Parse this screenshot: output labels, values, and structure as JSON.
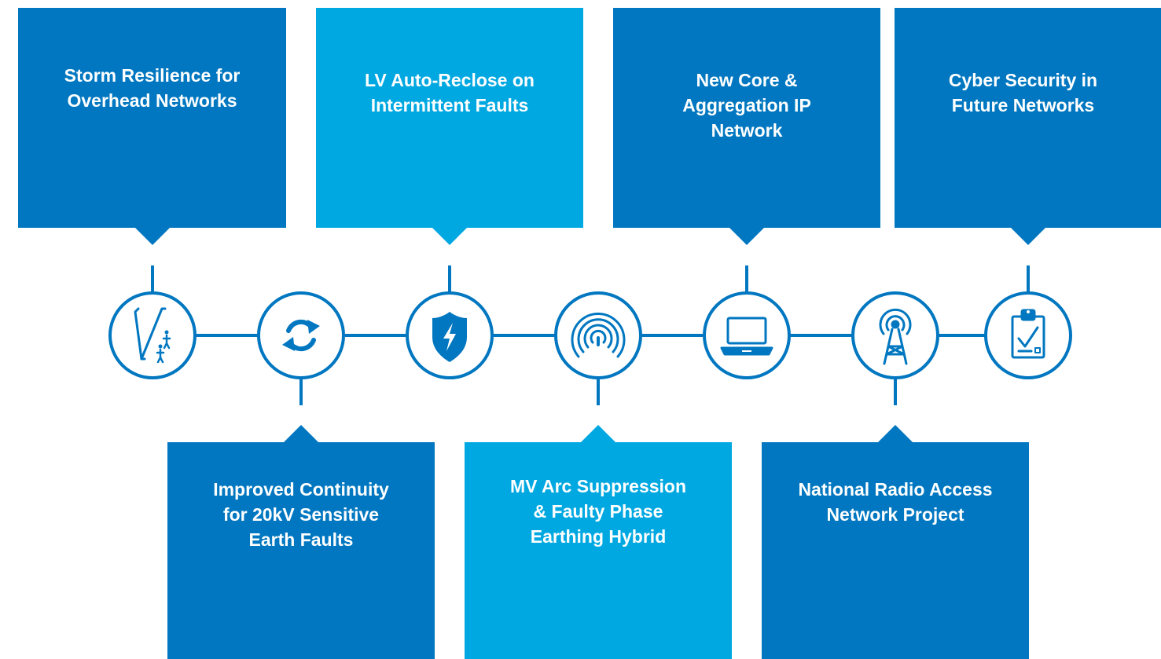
{
  "colors": {
    "dark_blue": "#0077C0",
    "light_blue": "#00A8E1",
    "background": "#FFFFFF"
  },
  "top_cards": [
    {
      "title": "Storm Resilience for\nOverhead Networks",
      "color": "dark_blue"
    },
    {
      "title": "LV Auto-Reclose on\nIntermittent Faults",
      "color": "light_blue"
    },
    {
      "title": "New Core &\nAggregation IP\nNetwork",
      "color": "dark_blue"
    },
    {
      "title": "Cyber Security in\nFuture Networks",
      "color": "dark_blue"
    }
  ],
  "bottom_cards": [
    {
      "title": "Improved Continuity\nfor 20kV Sensitive\nEarth Faults",
      "color": "dark_blue"
    },
    {
      "title": "MV Arc Suppression\n& Faulty Phase\nEarthing Hybrid",
      "color": "light_blue"
    },
    {
      "title": "National Radio Access\nNetwork Project",
      "color": "dark_blue"
    }
  ],
  "timeline_nodes": [
    {
      "icon": "overhead-line-workers-icon"
    },
    {
      "icon": "sync-arrows-icon"
    },
    {
      "icon": "shield-lightning-icon"
    },
    {
      "icon": "signal-waves-icon"
    },
    {
      "icon": "laptop-icon"
    },
    {
      "icon": "radio-tower-icon"
    },
    {
      "icon": "clipboard-check-icon"
    }
  ]
}
